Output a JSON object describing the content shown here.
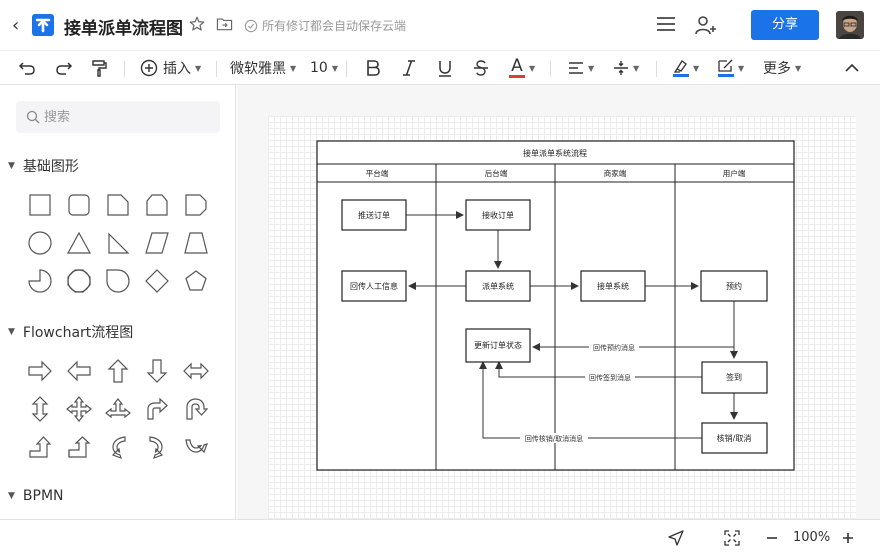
{
  "header": {
    "title": "接单派单流程图",
    "save_status": "所有修订都会自动保存云端",
    "share_label": "分享"
  },
  "toolbar": {
    "insert_label": "插入",
    "font_family": "微软雅黑",
    "font_size": "10",
    "text_color_glyph": "A",
    "more_label": "更多"
  },
  "sidebar": {
    "search_placeholder": "搜索",
    "sections": {
      "basic": "基础图形",
      "flowchart": "Flowchart流程图",
      "bpmn": "BPMN"
    }
  },
  "diagram": {
    "title": "接单派单系统流程",
    "lanes": [
      "平台端",
      "后台端",
      "商家端",
      "用户端"
    ],
    "nodes": {
      "push": "推送订单",
      "receive": "接收订单",
      "dispatch": "派单系统",
      "reply_staff": "回传人工信息",
      "merchant_accept": "接单系统",
      "reserve": "预约",
      "update_status": "更新订单状态",
      "sign": "签到",
      "cancel": "核销/取消"
    },
    "edge_labels": {
      "reserve_msg": "回传预约消息",
      "sign_msg": "回传签到消息",
      "cancel_msg": "回传核销/取消消息"
    }
  },
  "statusbar": {
    "zoom": "100%"
  },
  "colors": {
    "accent": "#1a73e8",
    "text_color_bar": "#e53935",
    "highlight_bar": "#1a73e8",
    "line_color_bar": "#1a73e8"
  }
}
